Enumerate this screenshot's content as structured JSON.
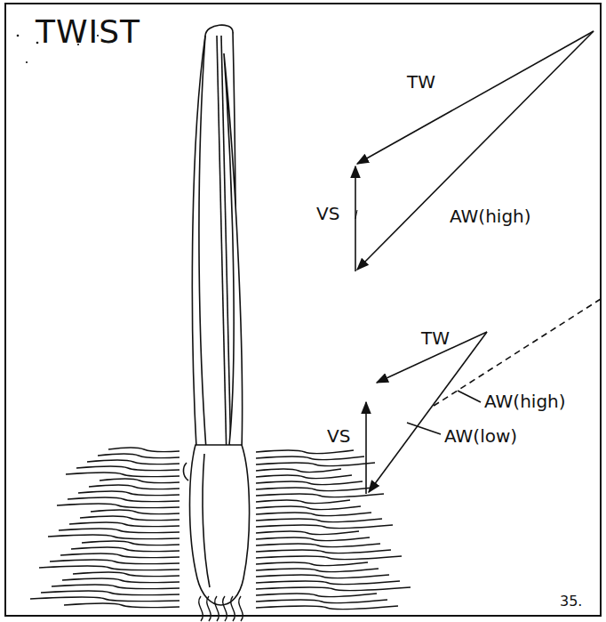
{
  "diagram": {
    "title": "TWIST",
    "labels": [
      "TW",
      "VS",
      "AW(high)",
      "TW",
      "VS",
      "AW(high)",
      "AW(low)",
      "35."
    ]
  }
}
